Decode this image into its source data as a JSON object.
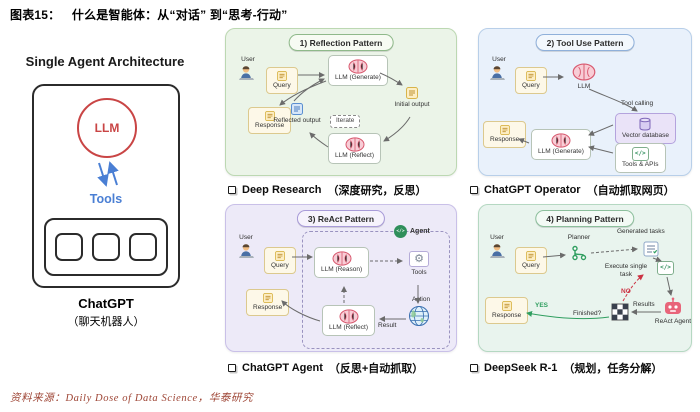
{
  "header": {
    "fig_label": "图表15：",
    "title": "什么是智能体：从“对话” 到“思考-行动”"
  },
  "left_panel": {
    "title": "Single Agent Architecture",
    "llm": "LLM",
    "tools": "Tools",
    "name": "ChatGPT",
    "name_zh": "（聊天机器人）"
  },
  "common": {
    "user": "User",
    "query": "Query",
    "response": "Response"
  },
  "cards": {
    "reflection": {
      "title": "1) Reflection Pattern",
      "llm_generate": "LLM (Generate)",
      "llm_reflect": "LLM (Reflect)",
      "reflected_output": "Reflected output",
      "initial_output": "Initial output",
      "iterate": "Iterate"
    },
    "tool_use": {
      "title": "2) Tool Use Pattern",
      "llm": "LLM",
      "tool_calling": "Tool calling",
      "vector_database": "Vector database",
      "tools_apis": "Tools & APIs",
      "llm_generate": "LLM (Generate)"
    },
    "react": {
      "title": "3) ReAct Pattern",
      "agent": "Agent",
      "llm_reason": "LLM (Reason)",
      "tools": "Tools",
      "action": "Action",
      "llm_reflect": "LLM (Reflect)",
      "result": "Result"
    },
    "planning": {
      "title": "4) Planning Pattern",
      "planner": "Planner",
      "generated_tasks": "Generated tasks",
      "execute_single_task": "Execute single task",
      "no": "NO",
      "yes": "YES",
      "finished": "Finished?",
      "results": "Results",
      "react_agent": "ReAct Agent"
    }
  },
  "captions": {
    "reflection": {
      "en": "Deep Research",
      "zh": "（深度研究，反思）"
    },
    "tool_use": {
      "en": "ChatGPT Operator",
      "zh": "（自动抓取网页）"
    },
    "react": {
      "en": "ChatGPT Agent",
      "zh": "（反思+自动抓取）"
    },
    "planning": {
      "en": "DeepSeek R-1",
      "zh": "（规划，任务分解）"
    }
  },
  "footer": {
    "source": "资料来源：Daily Dose of Data Science，华泰研究"
  },
  "icons": {
    "gear": "⚙",
    "code": "</>"
  },
  "colors": {
    "reflection_bg": "#ebf4e8",
    "tool_use_bg": "#e9f1fb",
    "react_bg": "#edeaf8",
    "planning_bg": "#e9f4ee",
    "brain_pink": "#d8596f",
    "llm_red": "#c94545",
    "tools_blue": "#4a7fd4",
    "source_red": "#9e4535"
  }
}
